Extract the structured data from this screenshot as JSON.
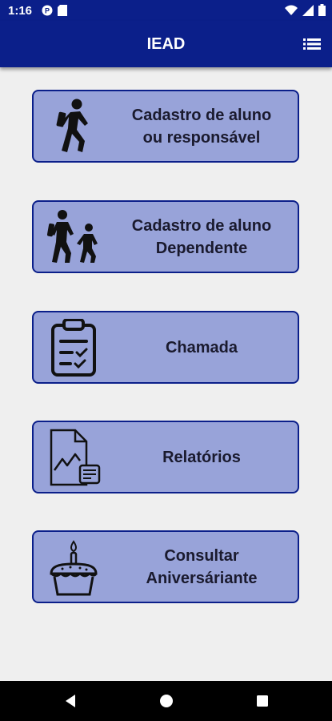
{
  "status": {
    "time": "1:16",
    "left_icons": [
      "notification-icon",
      "sd-card-icon"
    ],
    "right_icons": [
      "wifi-icon",
      "signal-icon",
      "battery-icon"
    ]
  },
  "appbar": {
    "title": "IEAD",
    "menu_icon": "list-menu-icon"
  },
  "menu": {
    "items": [
      {
        "label": "Cadastro de aluno\nou responsável",
        "icon": "walking-person-icon"
      },
      {
        "label": "Cadastro de aluno\nDependente",
        "icon": "adult-child-walking-icon"
      },
      {
        "label": "Chamada",
        "icon": "clipboard-checklist-icon"
      },
      {
        "label": "Relatórios",
        "icon": "report-chart-icon"
      },
      {
        "label": "Consultar\nAniversáriante",
        "icon": "birthday-cake-icon"
      }
    ]
  },
  "navigation": {
    "buttons": [
      "back-icon",
      "home-icon",
      "recents-icon"
    ]
  },
  "colors": {
    "primary": "#0b1f8a",
    "card_background": "#98a3d9",
    "page_background": "#efefef"
  }
}
